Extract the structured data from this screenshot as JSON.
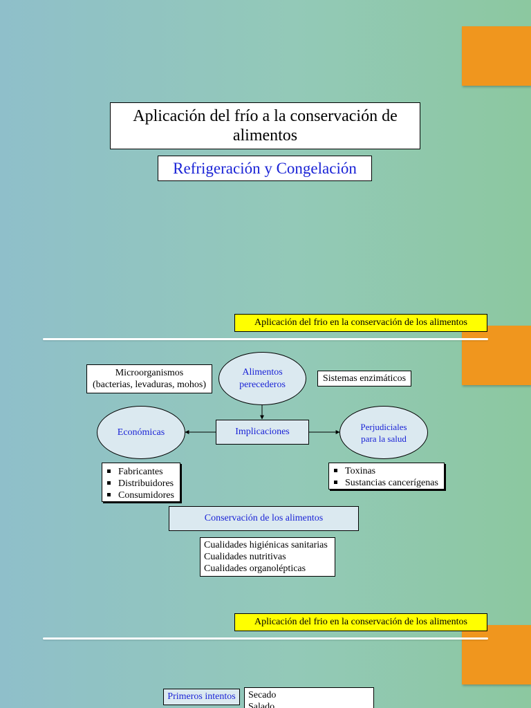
{
  "slide1": {
    "title": "Aplicación del frío a la conservación de alimentos",
    "subtitle": "Refrigeración y Congelación"
  },
  "slide2": {
    "header": "Aplicación del frio en la conservación de los alimentos",
    "microorganismos": [
      "Microorganismos",
      "(bacterias, levaduras, mohos)"
    ],
    "alimentos": [
      "Alimentos",
      "perecederos"
    ],
    "sistemas": "Sistemas enzimáticos",
    "economicas": "Económicas",
    "implicaciones": "Implicaciones",
    "perjudiciales": [
      "Perjudiciales",
      "para la salud"
    ],
    "economic_list": [
      "Fabricantes",
      "Distribuidores",
      "Consumidores"
    ],
    "health_list": [
      "Toxinas",
      "Sustancias cancerígenas"
    ],
    "conservacion": "Conservación de los alimentos",
    "cualidades": [
      "Cualidades higiénicas sanitarias",
      "Cualidades nutritivas",
      "Cualidades organolépticas"
    ]
  },
  "slide3": {
    "header": "Aplicación del frio en la conservación de los alimentos",
    "primeros": "Primeros intentos",
    "methods": [
      "Secado",
      "Salado"
    ]
  },
  "colors": {
    "accent": "#f0961e",
    "title_blue": "#1a23d6",
    "header_yellow": "#ffff00",
    "box_light": "#dbe9f0"
  }
}
